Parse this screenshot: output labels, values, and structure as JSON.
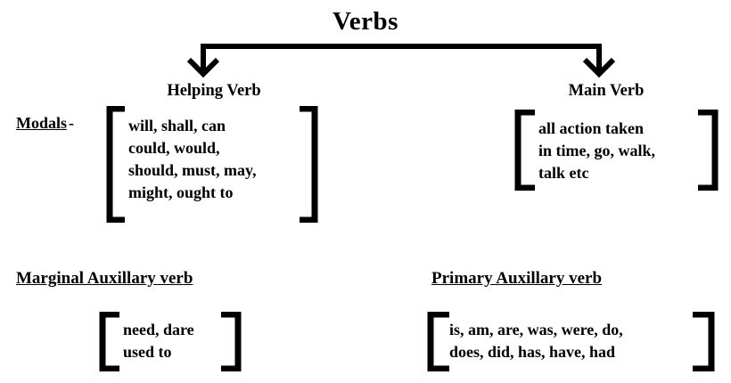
{
  "diagram": {
    "title": "Verbs",
    "background_color": "#ffffff",
    "ink_color": "#000000",
    "branches": [
      {
        "id": "helping-verb",
        "label": "Helping Verb",
        "lead_in": "Modals",
        "lead_in_dash": "-",
        "items": [
          "will, shall, can",
          "could, would,",
          "should, must, may,",
          "might, ought to"
        ]
      },
      {
        "id": "main-verb",
        "label": "Main Verb",
        "items": [
          "all action taken",
          "in time, go, walk,",
          "talk etc"
        ]
      }
    ],
    "sections": [
      {
        "id": "marginal-auxillary-verb",
        "heading": "Marginal Auxillary verb",
        "items": [
          "need, dare",
          "used to"
        ]
      },
      {
        "id": "primary-auxillary-verb",
        "heading": "Primary Auxillary verb",
        "items": [
          "is, am, are, was, were, do,",
          "does, did, has, have, had"
        ]
      }
    ]
  }
}
